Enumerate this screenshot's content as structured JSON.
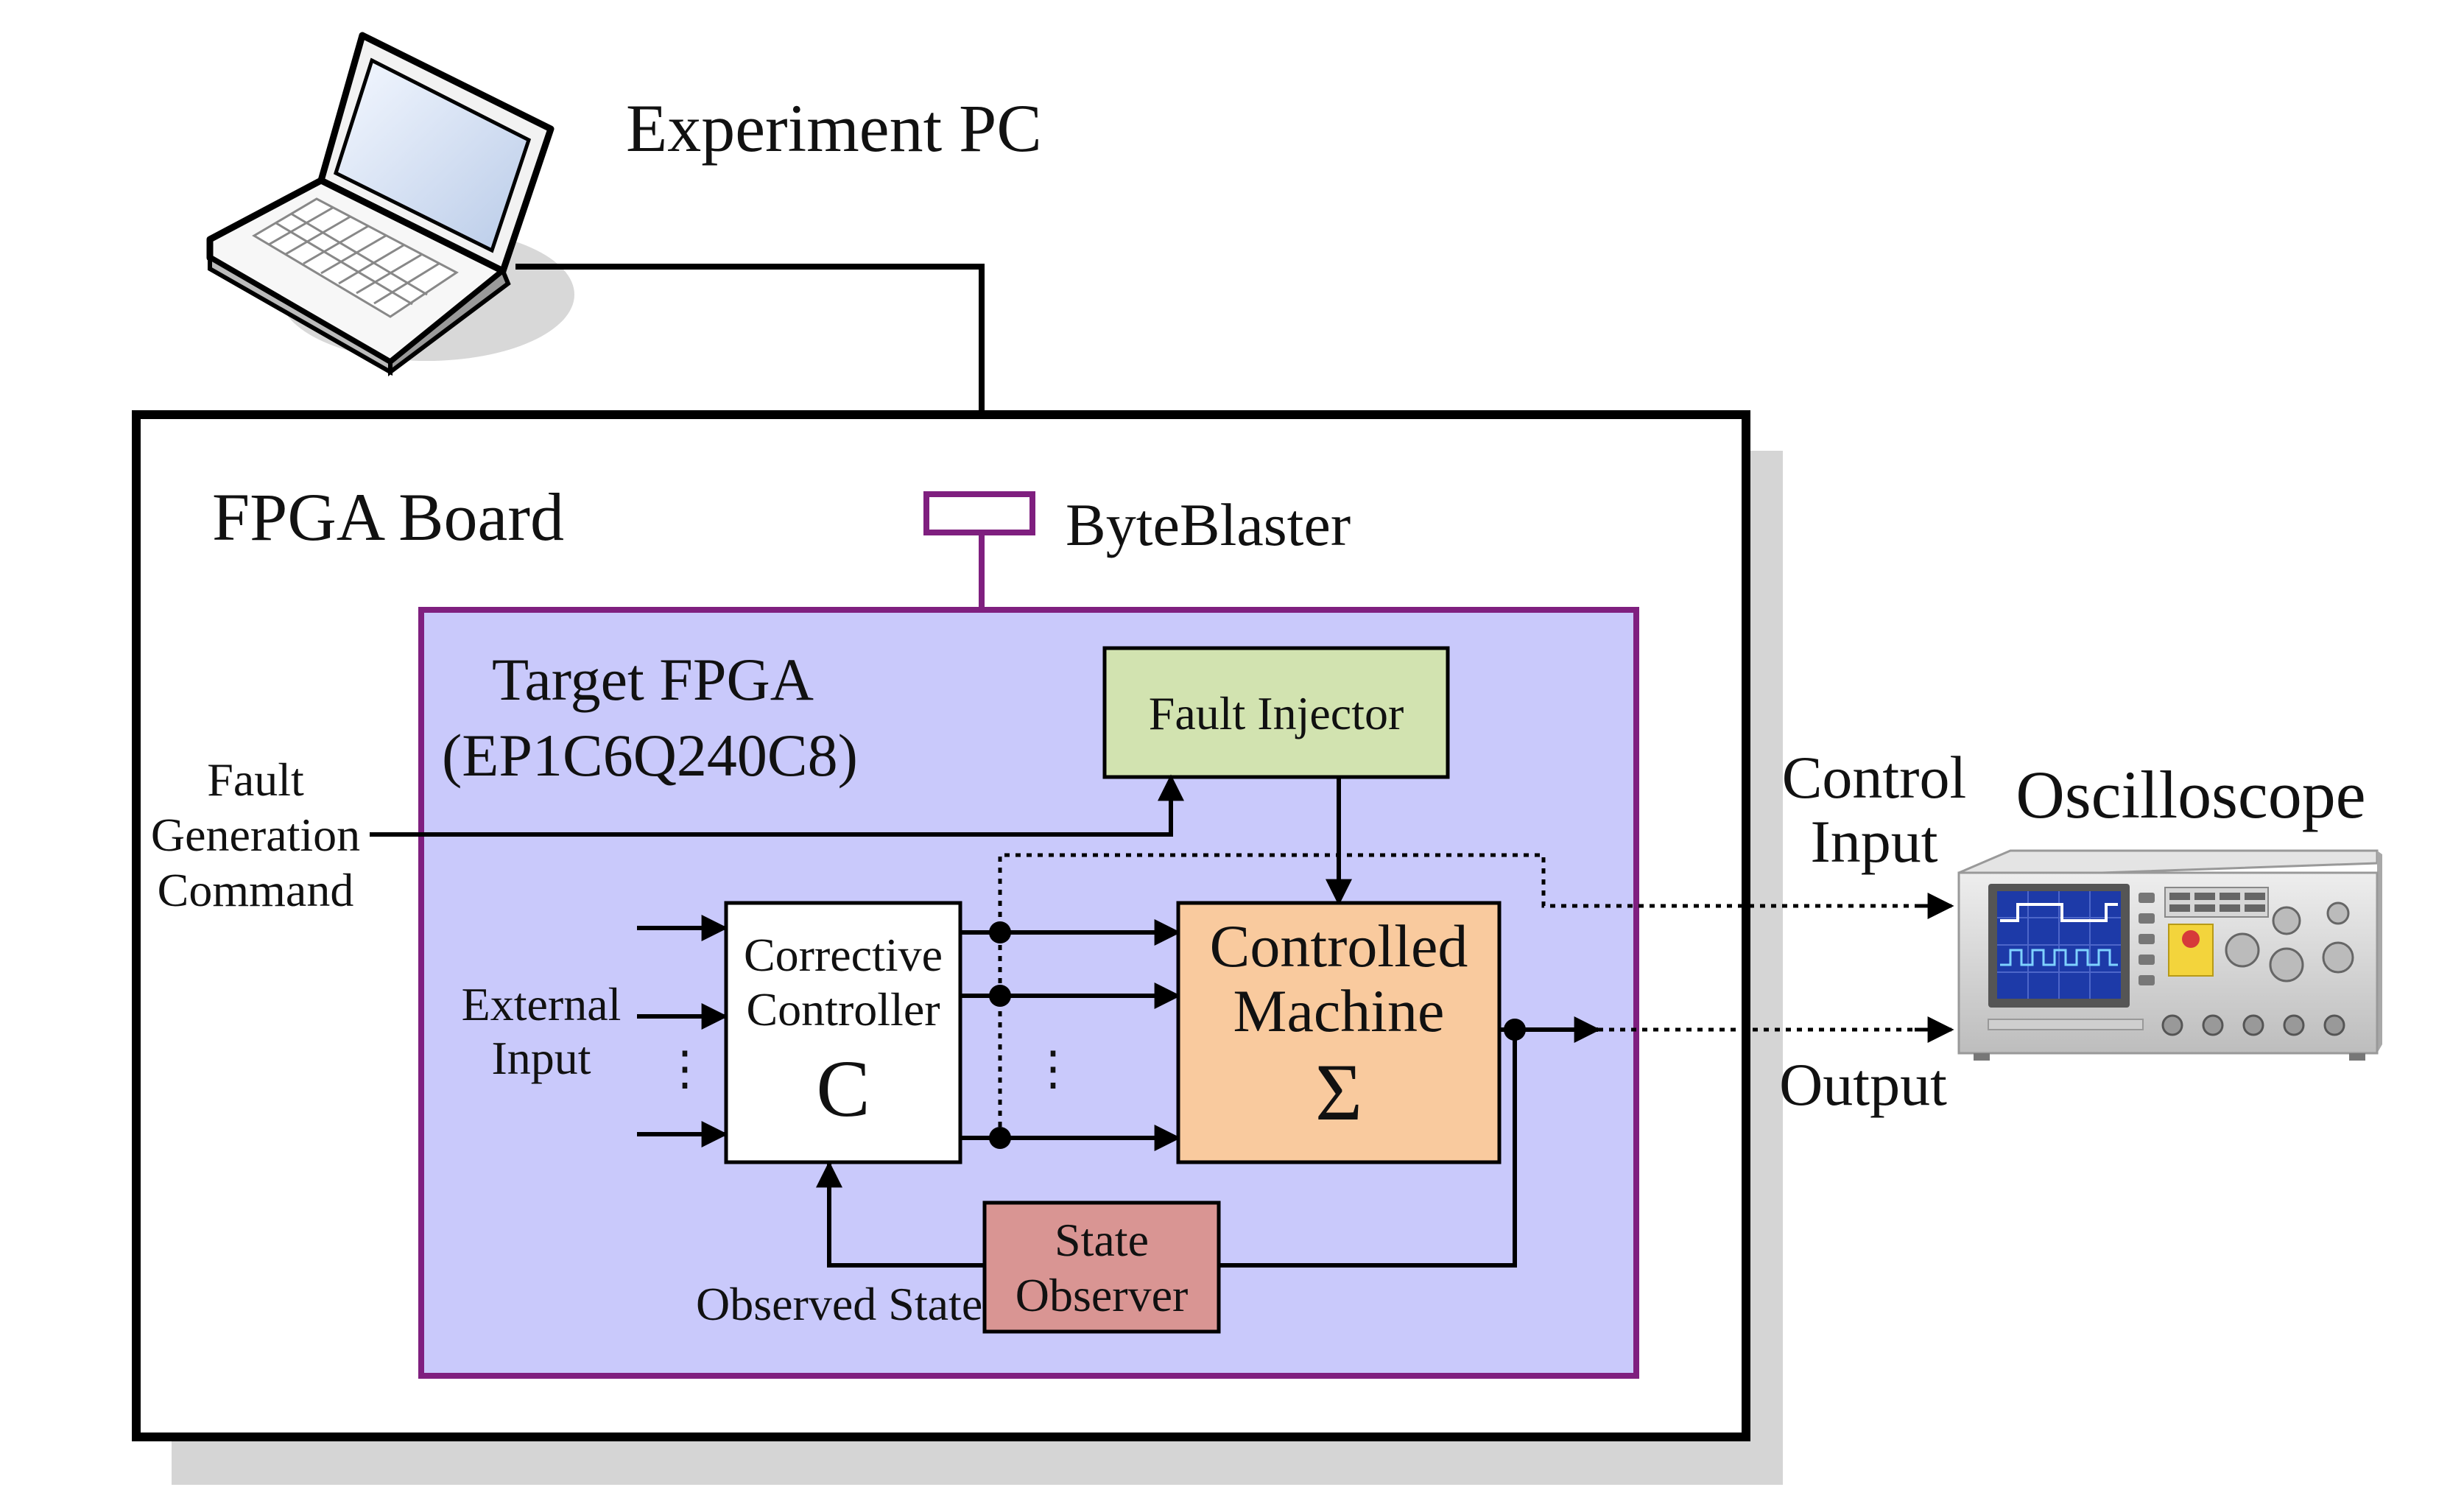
{
  "labels": {
    "experiment_pc": "Experiment PC",
    "fpga_board": "FPGA Board",
    "byteblaster": "ByteBlaster",
    "target_fpga_line1": "Target FPGA",
    "target_fpga_line2": "(EP1C6Q240C8)",
    "fault_injector": "Fault Injector",
    "fault_cmd_line1": "Fault",
    "fault_cmd_line2": "Generation",
    "fault_cmd_line3": "Command",
    "external_input_line1": "External",
    "external_input_line2": "Input",
    "corrective_line1": "Corrective",
    "corrective_line2": "Controller",
    "corrective_symbol": "C",
    "controlled_line1": "Controlled",
    "controlled_line2": "Machine",
    "controlled_symbol": "Σ",
    "observer_line1": "State",
    "observer_line2": "Observer",
    "observed_state": "Observed State",
    "control_input_line1": "Control",
    "control_input_line2": "Input",
    "output": "Output",
    "oscilloscope": "Oscilloscope",
    "ellipsis": "⋮"
  },
  "colors": {
    "target_fpga_fill": "#c9c9fb",
    "target_fpga_border": "#7f1f7f",
    "fault_injector_fill": "#d2e3b0",
    "controlled_machine_fill": "#f9ca9e",
    "state_observer_fill": "#d99593",
    "board_shadow": "#d5d5d5",
    "byteblaster_border": "#7f1f7f"
  },
  "icons": {
    "pc": "laptop-icon",
    "scope": "oscilloscope-icon"
  }
}
